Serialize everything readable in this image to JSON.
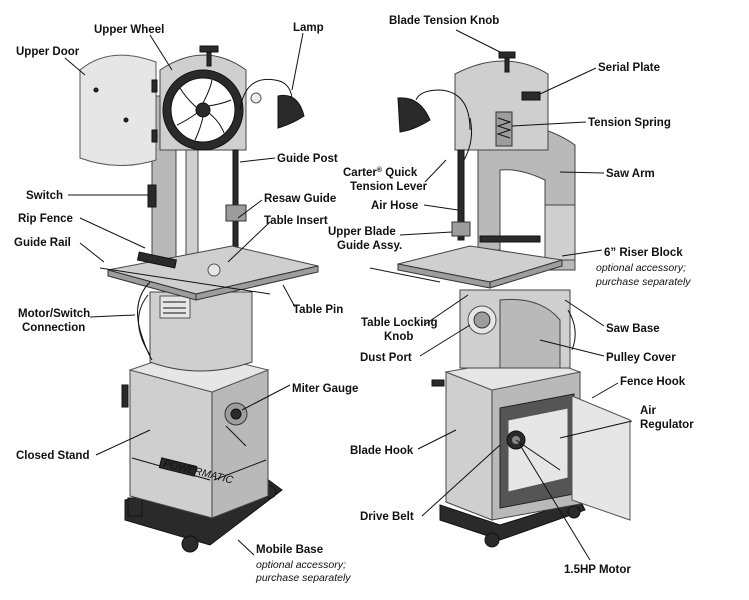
{
  "labels": {
    "upper_door": "Upper Door",
    "upper_wheel": "Upper Wheel",
    "lamp": "Lamp",
    "guide_post": "Guide Post",
    "switch": "Switch",
    "resaw_guide": "Resaw Guide",
    "rip_fence": "Rip Fence",
    "table_insert": "Table Insert",
    "guide_rail": "Guide Rail",
    "motor_switch_connection_1": "Motor/Switch",
    "motor_switch_connection_2": "Connection",
    "table_pin": "Table Pin",
    "miter_gauge": "Miter Gauge",
    "closed_stand": "Closed Stand",
    "mobile_base": "Mobile Base",
    "mobile_base_note_1": "optional accessory;",
    "mobile_base_note_2": "purchase separately",
    "blade_tension_knob": "Blade Tension Knob",
    "serial_plate": "Serial Plate",
    "tension_spring": "Tension Spring",
    "carter_lever_1": "Carter",
    "carter_lever_reg": "®",
    "carter_lever_1b": " Quick",
    "carter_lever_2": "Tension Lever",
    "saw_arm": "Saw Arm",
    "air_hose": "Air Hose",
    "upper_blade_1": "Upper Blade",
    "upper_blade_2": "Guide Assy.",
    "riser_block": "6” Riser Block",
    "riser_note_1": "optional accessory;",
    "riser_note_2": "purchase separately",
    "table_locking_1": "Table Locking",
    "table_locking_2": "Knob",
    "saw_base": "Saw Base",
    "dust_port": "Dust Port",
    "pulley_cover": "Pulley Cover",
    "fence_hook": "Fence Hook",
    "air_regulator_1": "Air",
    "air_regulator_2": "Regulator",
    "blade_hook": "Blade Hook",
    "drive_belt": "Drive Belt",
    "motor": "1.5HP Motor"
  },
  "nameplate_text": "POWERMATIC"
}
